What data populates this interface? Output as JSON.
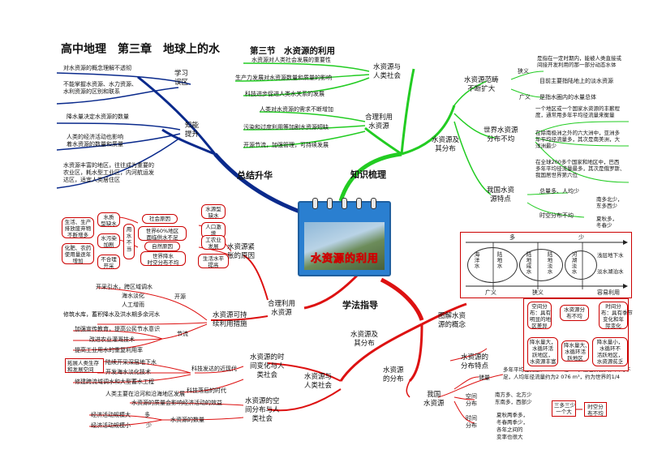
{
  "header": {
    "chapter": "高中地理　第三章　地球上的水",
    "section": "第三节　水资源的利用"
  },
  "center": {
    "label": "水资源的利用"
  },
  "branches": {
    "summary": "总结升华",
    "knowledge": "知识梳理",
    "method": "学法指导"
  },
  "summary": {
    "study_error": "学习\n误区",
    "errors": [
      "对水资源的概念理解不透彻",
      "不能掌握水资源、水力资源、\n水利资源的区别和联系"
    ],
    "upgrade": "知能\n提升",
    "points": [
      "降水量决定水资源的数量",
      "人类的经济活动也影响\n着水资源的数量和质量",
      "水资源丰富的地区，往往成为重要的\n农业区，耗水型工业区，内河航运发\n达区，适宜人类居住区"
    ]
  },
  "knowledge": {
    "society": "水资源与\n人类社会",
    "society_items": [
      "水资源对人类社会发展的重要性",
      "生产力发展对水资源数量和质量的影响",
      "科技进步促进人类水关系的发展"
    ],
    "rational": "合理利用\n水资源",
    "rational_items": [
      "人类对水资源的需求不断增加",
      "污染和过度利用等加剧水资源短缺",
      "开源节流，加强管理，可持续发展"
    ],
    "distribution": "水资源及\n其分布",
    "scope": "水资源范畴\n不断扩大",
    "narrow": "狭义",
    "narrow_items": [
      "是指在一定时期内，能被人类直接或\n间接开发利用的那一部分动态水体",
      "目前主要指陆地上的淡水资源"
    ],
    "broad": "广义",
    "broad_item": "是指水圈内的水量总体",
    "world": "世界水资源\n分布不均",
    "world_items": [
      "一个地区或一个国家水资源的丰歉程\n度，通常用多年平均径流量来衡量",
      "在除南极洲之外的六大洲中，亚洲多\n年平均径流量多，其次是南美洲，大\n洋洲最少",
      "在全球200多个国家和地区中，巴西\n多年平均径流量最多，其次是俄罗斯、\n我国居世界第六位"
    ],
    "china": "我国水资\n源特点",
    "china_items": [
      "总量多、人均少",
      "时空分布不均"
    ],
    "china_sub": [
      "南多北少，\n东多西少",
      "夏秋多，\n冬春少"
    ]
  },
  "method": {
    "rational": "合理利用\n水资源",
    "tension_causes": "水资源紧\n张的原因",
    "social": "社会原因",
    "natural": "自然原因",
    "short_types": [
      "水源型\n缺水",
      "人口激增",
      "工农业\n发展",
      "生活水平\n提高"
    ],
    "shortage_left": [
      "水质\n型缺水",
      "水污染\n加剧",
      "不合理\n开采"
    ],
    "shortage_left2": [
      "生活、生产\n排放废弃物\n不断增多",
      "化肥、农药\n使用量逐年\n增加"
    ],
    "natural_items": [
      "世界60%地区\n面临供水不足",
      "世界降水\n时空分布不均"
    ],
    "ineffective": "用水不当",
    "measures": "水资源可持\n续利用措施",
    "open_source": "开源",
    "open_items": [
      "开采引水，跨区域调水",
      "海水淡化",
      "人工增雨",
      "修筑水库，蓄积降水及洪水期多余河水"
    ],
    "save": "节流",
    "save_items": [
      "加强宣传教育，提高公民节水意识",
      "改进农业灌溉技术",
      "提高工业用水的重复利用率"
    ],
    "society": "水资源与\n人类社会",
    "time": "水资源的时\n间变化与人\n类社会",
    "developed": "科技发达的近现代",
    "developed_items": [
      "陆续开采深层地下水",
      "开发海水淡化技术",
      "修建跨流域调水和大型蓄水工程"
    ],
    "ancient": "拓展人类生存\n和发展空间",
    "backward": "科技落后的时代",
    "backward_item": "人类主要在沿河和沿海地区发展",
    "space": "水资源的空\n间分布与人\n类社会",
    "space_item": "水资源的质量会影响经济活动的效益",
    "quantity": "水资源的数量",
    "quantity_items": [
      "经济活动规模大",
      "经济活动规模小"
    ],
    "quantity_marks": [
      "多",
      "少"
    ],
    "dist": "水资源及\n其分布",
    "illustrate": "图解水资\n源的概念",
    "dist_feature": "水资源的\n分布特点",
    "water_dist": "水资源\n的分布",
    "china": "我国\n水资源",
    "reserve": "储量",
    "reserve_text": "多年平均径流量：27 000亿 m³，居世界第六，人均不\n足，人均年径流量约为2 076 m³，约为世界的1/4",
    "spatial": "空间\n分布",
    "spatial_text": "南方多、北方少\n东南多，西部少",
    "temporal": "时间\n分布",
    "temporal_text": "夏秋两季多，\n冬春两季少，\n各年之间的\n变率也很大",
    "triple": "三多三少\n一个大",
    "uneven": "时空分\n布不均",
    "feature_boxes": [
      "空间分\n布：具有\n明显的地\n区差异",
      "时间分\n布：具有季节\n变化和年\n际变化",
      "水资源分\n布不均",
      "降水量大，\n水循环活\n跃地区，\n水资源丰富",
      "降水量小，\n水循环不\n活跃地区，\n水资源贫乏",
      "降水量大、\n水循环活\n跃地区"
    ]
  },
  "concept_diagram": {
    "more": "多",
    "less": "少",
    "broad": "广义",
    "narrow": "狭义",
    "easy": "容易利用",
    "labels": [
      "海洋水",
      "陆地水",
      "陆地咸水",
      "陆地淡水",
      "河湖淡水",
      "浅层地下水",
      "淡水湖泊水"
    ]
  },
  "colors": {
    "blue": "#0a2a8c",
    "green": "#22cc22",
    "red": "#dd1111",
    "dark": "#111111"
  }
}
